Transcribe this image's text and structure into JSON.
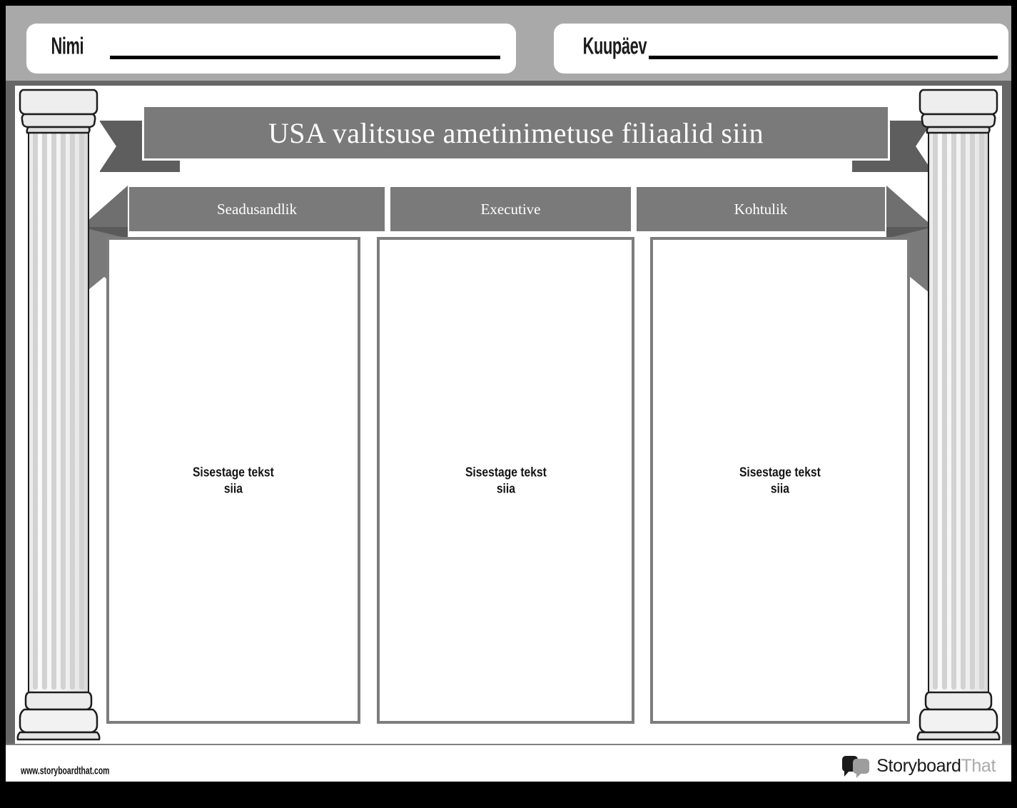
{
  "header": {
    "name_label": "Nimi",
    "date_label": "Kuupäev",
    "name_value": "",
    "date_value": ""
  },
  "title_ribbon": {
    "title": "USA valitsuse ametinimetuse filiaalid siin"
  },
  "columns": [
    {
      "header": "Seadusandlik",
      "placeholder": "Sisestage tekst\nsiia",
      "body": ""
    },
    {
      "header": "Executive",
      "placeholder": "Sisestage tekst\nsiia",
      "body": ""
    },
    {
      "header": "Kohtulik",
      "placeholder": "Sisestage tekst\nsiia",
      "body": ""
    }
  ],
  "footer": {
    "url": "www.storyboardthat.com",
    "logo_dark": "Storyboard",
    "logo_light": "That"
  },
  "colors": {
    "outer_frame": "#000000",
    "header_band": "#a9a9a9",
    "dark_band": "#676767",
    "ribbon_main": "#7a7a7a",
    "ribbon_tail": "#5e5e5e",
    "box_border": "#7d7d7d",
    "canvas": "#ffffff",
    "text_dark": "#141414"
  },
  "icons": {
    "pillar_left": "ionic-column-icon",
    "pillar_right": "ionic-column-icon",
    "logo_bubbles": "speech-bubbles-icon"
  }
}
